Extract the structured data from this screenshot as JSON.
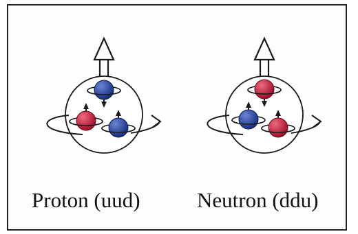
{
  "particles": [
    {
      "label": "Proton (uud)",
      "quarks": [
        "u",
        "u",
        "d"
      ],
      "quark_colors": [
        "#1c3f95",
        "#c41d3b",
        "#1c3f95"
      ]
    },
    {
      "label": "Neutron (ddu)",
      "quarks": [
        "d",
        "d",
        "u"
      ],
      "quark_colors": [
        "#c41d3b",
        "#1c3f95",
        "#c41d3b"
      ]
    }
  ],
  "colors": {
    "up_quark": "#c41d3b",
    "down_quark": "#1c3f95",
    "outline": "#1a1a1a",
    "background": "#fdfdfb"
  }
}
